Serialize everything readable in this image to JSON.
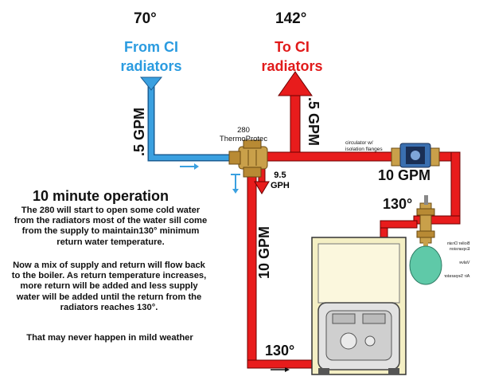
{
  "labels": {
    "temp_return": "70°",
    "temp_supply": "142°",
    "from_ci_line1": "From CI",
    "from_ci_line2": "radiators",
    "to_ci_line1": "To CI",
    "to_ci_line2": "radiators",
    "gpm_left": ".5 GPM",
    "gpm_right": ".5 GPM",
    "valve_model": "280",
    "valve_name": "ThermoProtec",
    "flow_small": "9.5",
    "flow_small_unit": "GPH",
    "circulator_line1": "circulator w/",
    "circulator_line2": "isolation flanges",
    "gpm_main": "10 GPM",
    "gpm_vertical": "10 GPM",
    "temp_boiler_out": "130°",
    "temp_boiler_return": "130°",
    "tank_label_1": "Boiler Drain",
    "tank_label_2": "Expansion",
    "tank_label_3": "Valve",
    "tank_label_4": "Air Separator"
  },
  "operation": {
    "title": "10 minute operation",
    "p1_l1": "The 280 will start to open some cold water",
    "p1_l2": "from the radiators most of the water sill come",
    "p1_l3": "from the supply to maintain130° minimum",
    "p1_l4": "return water temperature.",
    "p2_l1": "Now a mix of supply and return will flow back",
    "p2_l2": "to the boiler. As return temperature increases,",
    "p2_l3": "more return will be added and less supply",
    "p2_l4": "water will be added until the return from the",
    "p2_l5": "radiators reaches 130°.",
    "p3": "That may never happen in mild weather"
  },
  "colors": {
    "supply_pipe": "#e81c1c",
    "return_pipe": "#3aa0e0",
    "pipe_outline": "#6b0000",
    "brass": "#c9a04a",
    "tank": "#5fc9a8",
    "boiler_body": "#f4efc4"
  }
}
